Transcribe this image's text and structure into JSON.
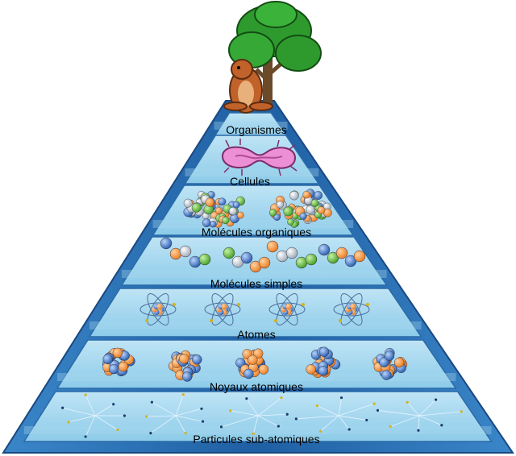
{
  "diagram": {
    "levels": [
      {
        "label": "Organismes",
        "illustration": "tree-and-groundhog"
      },
      {
        "label": "Cellules",
        "illustration": "bacterium-cell"
      },
      {
        "label": "Molécules organiques",
        "illustration": "macromolecule-chains"
      },
      {
        "label": "Molécules simples",
        "illustration": "small-molecule-chains"
      },
      {
        "label": "Atomes",
        "illustration": "atom-orbit"
      },
      {
        "label": "Noyaux atomiques",
        "illustration": "nucleus-cluster"
      },
      {
        "label": "Particules sub-atomiques",
        "illustration": "particle-star"
      }
    ],
    "colors": {
      "pyramid_edge": "#1f4f8f",
      "pyramid_outer": "#2f77b8",
      "band_light": "#a9d8ef",
      "band_mid": "#7fc0e3",
      "band_dark": "#2c6fb0",
      "proton": "#f08a2a",
      "neutron": "#2f6fbf",
      "cell": "#e98ad0",
      "leaf": "#2e8b2e",
      "trunk": "#6b4a2a",
      "animal": "#c0622a"
    }
  }
}
